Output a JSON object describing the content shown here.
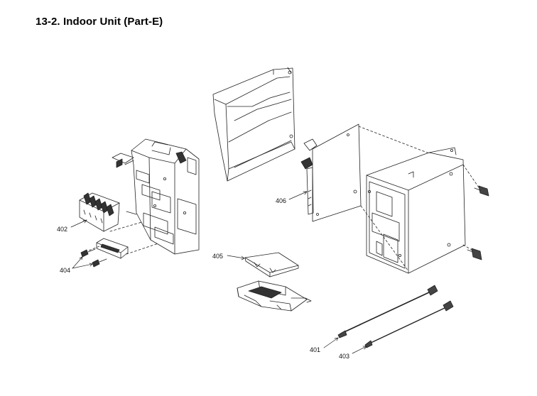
{
  "title": "13-2.  Indoor Unit (Part-E)",
  "parts": {
    "p401": "401",
    "p402": "402",
    "p403": "403",
    "p404": "404",
    "p405": "405",
    "p406": "406"
  }
}
